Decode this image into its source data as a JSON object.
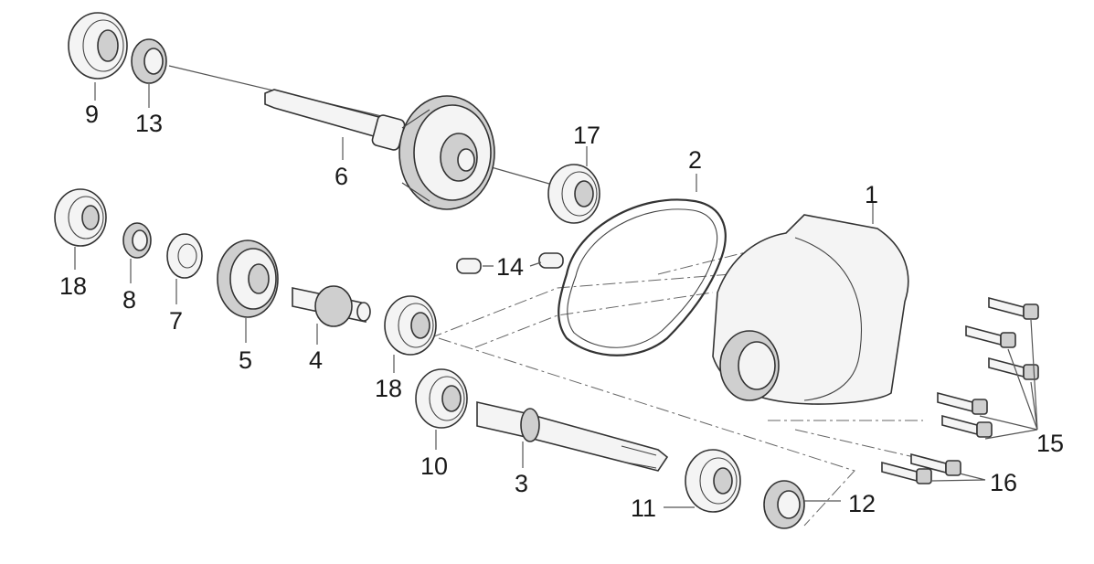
{
  "diagram": {
    "parts": [
      {
        "number": "1",
        "name": "case-cover"
      },
      {
        "number": "2",
        "name": "gasket"
      },
      {
        "number": "3",
        "name": "final-shaft"
      },
      {
        "number": "4",
        "name": "countershaft"
      },
      {
        "number": "5",
        "name": "countershaft-gear"
      },
      {
        "number": "6",
        "name": "drive-shaft-gear"
      },
      {
        "number": "7",
        "name": "washer"
      },
      {
        "number": "8",
        "name": "circlip"
      },
      {
        "number": "9",
        "name": "bearing"
      },
      {
        "number": "10",
        "name": "bearing"
      },
      {
        "number": "11",
        "name": "bearing"
      },
      {
        "number": "12",
        "name": "oil-seal"
      },
      {
        "number": "13",
        "name": "oil-seal"
      },
      {
        "number": "14",
        "name": "dowel-pins"
      },
      {
        "number": "15",
        "name": "bolts"
      },
      {
        "number": "16",
        "name": "bolts"
      },
      {
        "number": "17",
        "name": "bearing"
      },
      {
        "number": "18a",
        "name": "bearing"
      },
      {
        "number": "18b",
        "name": "bearing"
      }
    ],
    "labels": {
      "p1": "1",
      "p2": "2",
      "p3": "3",
      "p4": "4",
      "p5": "5",
      "p6": "6",
      "p7": "7",
      "p8": "8",
      "p9": "9",
      "p10": "10",
      "p11": "11",
      "p12": "12",
      "p13": "13",
      "p14": "14",
      "p15": "15",
      "p16": "16",
      "p17": "17",
      "p18a": "18",
      "p18b": "18"
    }
  }
}
